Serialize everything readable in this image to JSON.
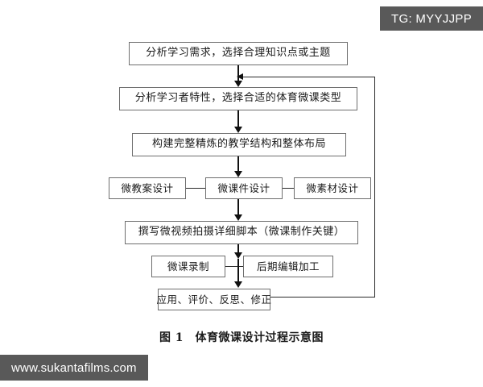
{
  "figure": {
    "caption": "图 1　体育微课设计过程示意图",
    "nodes": {
      "step1": "分析学习需求，选择合理知识点或主题",
      "step2": "分析学习者特性，选择合适的体育微课类型",
      "step3": "构建完整精炼的教学结构和整体布局",
      "step4_left": "微教案设计",
      "step4_center": "微课件设计",
      "step4_right": "微素材设计",
      "step5": "撰写微视频拍摄详细脚本（微课制作关键）",
      "step6_left": "微课录制",
      "step6_right": "后期编辑加工",
      "step7": "应用、评价、反思、修正"
    }
  },
  "overlays": {
    "tg_badge": "TG: MYYJJPP",
    "watermark": "www.sukantafilms.com"
  },
  "colors": {
    "page_background": "#ffffff",
    "box_border": "#6e6e6e",
    "connector": "#111111",
    "text": "#1a1a1a",
    "overlay_background": "#595959",
    "overlay_text": "#ffffff"
  }
}
